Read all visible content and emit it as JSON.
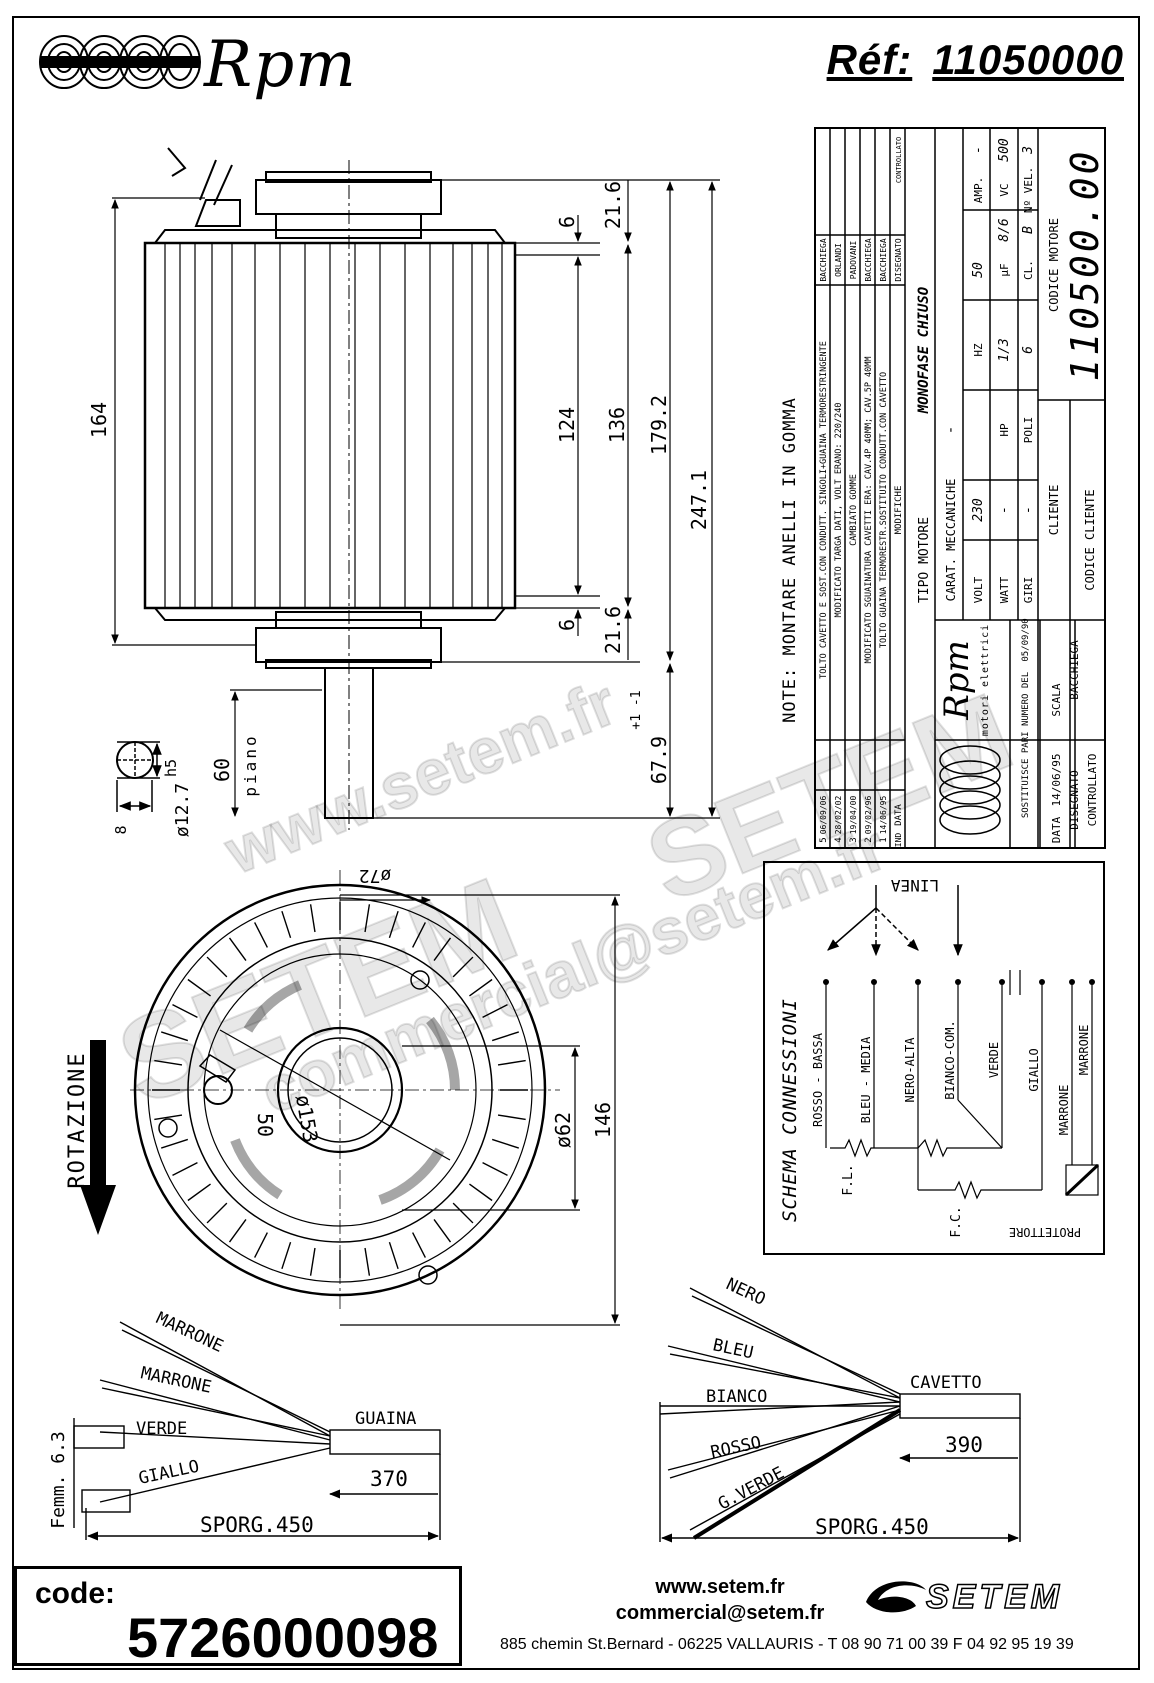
{
  "header": {
    "brand": "Rpm",
    "ref_label": "Réf:",
    "ref_value": "11050000"
  },
  "dimensions": {
    "d164": "164",
    "d6_top": "6",
    "d21_6_top": "21.6",
    "d124": "124",
    "d136": "136",
    "d179_2": "179.2",
    "d247_1": "247.1",
    "d6_bottom": "6",
    "d21_6_bottom": "21.6",
    "d67_9": "67.9",
    "d67_9_tol": "+1 -1",
    "d60": "60",
    "piano": "piano",
    "shaft_dia": "ø12.7",
    "shaft_tol": "h5",
    "shaft_flat": "8",
    "dia72": "ø72",
    "dia153": "ø153",
    "dia62": "ø62",
    "d146": "146",
    "d50": "50",
    "rotation": "ROTAZIONE"
  },
  "note": "NOTE: MONTARE ANELLI IN GOMMA",
  "revisions": {
    "headers": [
      "IND",
      "DATA",
      "MODIFICHE",
      "DISEGNATO",
      "CONTROLLATO"
    ],
    "rows": [
      [
        "5",
        "06/09/06",
        "TOLTO CAVETTO E SOST.CON CONDUTT. SINGOLI+GUAINA TERMORESTRINGENTE",
        "BACCHIEGA",
        ""
      ],
      [
        "4",
        "28/02/02",
        "MODIFICATO TARGA DATI, VOLT ERANO: 220/240",
        "ORLANDI",
        ""
      ],
      [
        "3",
        "19/04/00",
        "CAMBIATO GOMME",
        "PADOVANI",
        ""
      ],
      [
        "2",
        "09/02/96",
        "MODIFICATO SGUAINATURA CAVETTI ERA: CAV.4P 40MM; CAV.5P 40MM",
        "BACCHIEGA",
        ""
      ],
      [
        "1",
        "14/06/95",
        "TOLTO GUAINA TERMORESTR.SOSTITUITO CONDUTT.CON CAVETTO",
        "BACCHIEGA",
        ""
      ]
    ]
  },
  "motor_specs": {
    "tipo_motore_label": "TIPO MOTORE",
    "tipo_motore_value": "MONOFASE CHIUSO",
    "carat_label": "CARAT. MECCANICHE",
    "carat_value": "-",
    "rows": [
      [
        "VOLT",
        "230",
        "HZ",
        "50",
        "AMP.",
        "-"
      ],
      [
        "WATT",
        "-",
        "HP",
        "1/3",
        "µF",
        "8/6",
        "VC",
        "500"
      ],
      [
        "GIRI",
        "-",
        "POLI",
        "6",
        "CL.",
        "B",
        "Nº VEL.",
        "3"
      ]
    ],
    "codice_motore_label": "CODICE MOTORE",
    "codice_motore_value": "110500.00",
    "cliente_label": "CLIENTE",
    "codice_cliente_label": "CODICE CLIENTE"
  },
  "title_block": {
    "company": "Rpm",
    "company_sub": "motori elettrici",
    "sostituisce": "SOSTITUISCE PARI NUMERO DEL",
    "sostituisce_date": "05/09/90",
    "data_label": "DATA",
    "data_value": "14/06/95",
    "scala_label": "SCALA",
    "disegnato_label": "DISEGNATO",
    "disegnato_value": "BACCHIEGA",
    "controllato_label": "CONTROLLATO"
  },
  "connections": {
    "title": "SCHEMA CONNESSIONI",
    "linea": "LINEA",
    "wires": [
      "ROSSO - BASSA",
      "BLEU - MEDIA",
      "NERO-ALTA",
      "BIANCO-COM.",
      "VERDE",
      "GIALLO",
      "MARRONE",
      "MARRONE"
    ],
    "fl": "F.L.",
    "fc": "F.C.",
    "protettore": "PROTETTORE"
  },
  "harness_left": {
    "wires": [
      "MARRONE",
      "MARRONE",
      "VERDE",
      "GIALLO"
    ],
    "sleeve": "GUAINA",
    "length": "370",
    "sporg": "SPORG.450",
    "terminal": "Femm. 6.3"
  },
  "harness_right": {
    "wires": [
      "NERO",
      "BLEU",
      "BIANCO",
      "ROSSO",
      "G.VERDE"
    ],
    "sleeve": "CAVETTO",
    "length": "390",
    "sporg": "SPORG.450"
  },
  "watermarks": [
    "www.setem.fr",
    "SETEM",
    "commercial@setem.fr",
    "SETEM"
  ],
  "footer": {
    "code_label": "code:",
    "code_value": "5726000098",
    "web": "www.setem.fr",
    "email": "commercial@setem.fr",
    "address": "885 chemin St.Bernard  -  06225 VALLAURIS  -  T 08 90 71 00 39  F 04 92 95 19 39",
    "setem_logo_text": "SETEM"
  }
}
